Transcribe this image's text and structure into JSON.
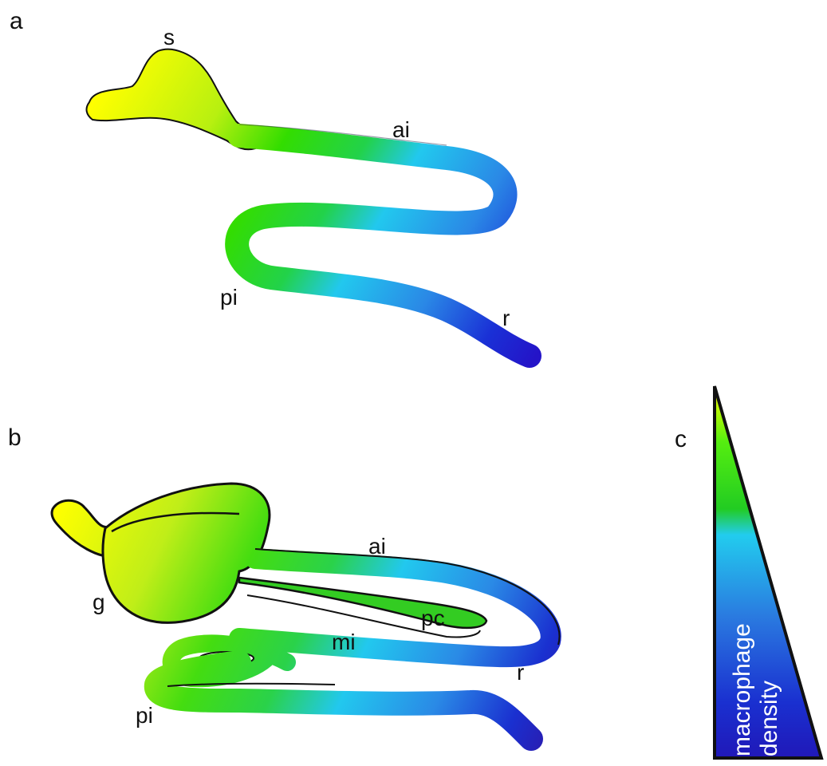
{
  "panels": {
    "a": {
      "letter": "a",
      "labels": {
        "s": "s",
        "ai": "ai",
        "pi": "pi",
        "r": "r"
      }
    },
    "b": {
      "letter": "b",
      "labels": {
        "g": "g",
        "ai": "ai",
        "pc": "pc",
        "mi": "mi",
        "pi": "pi",
        "r": "r"
      }
    },
    "c": {
      "letter": "c",
      "scale_line1": "macrophage",
      "scale_line2": "density"
    }
  },
  "colors": {
    "high": "#ffff00",
    "mid_green": "#22dd00",
    "mid_cyan": "#22ccee",
    "low_blue": "#1a44dd",
    "lowest": "#1a14c8",
    "outline": "#111111"
  }
}
